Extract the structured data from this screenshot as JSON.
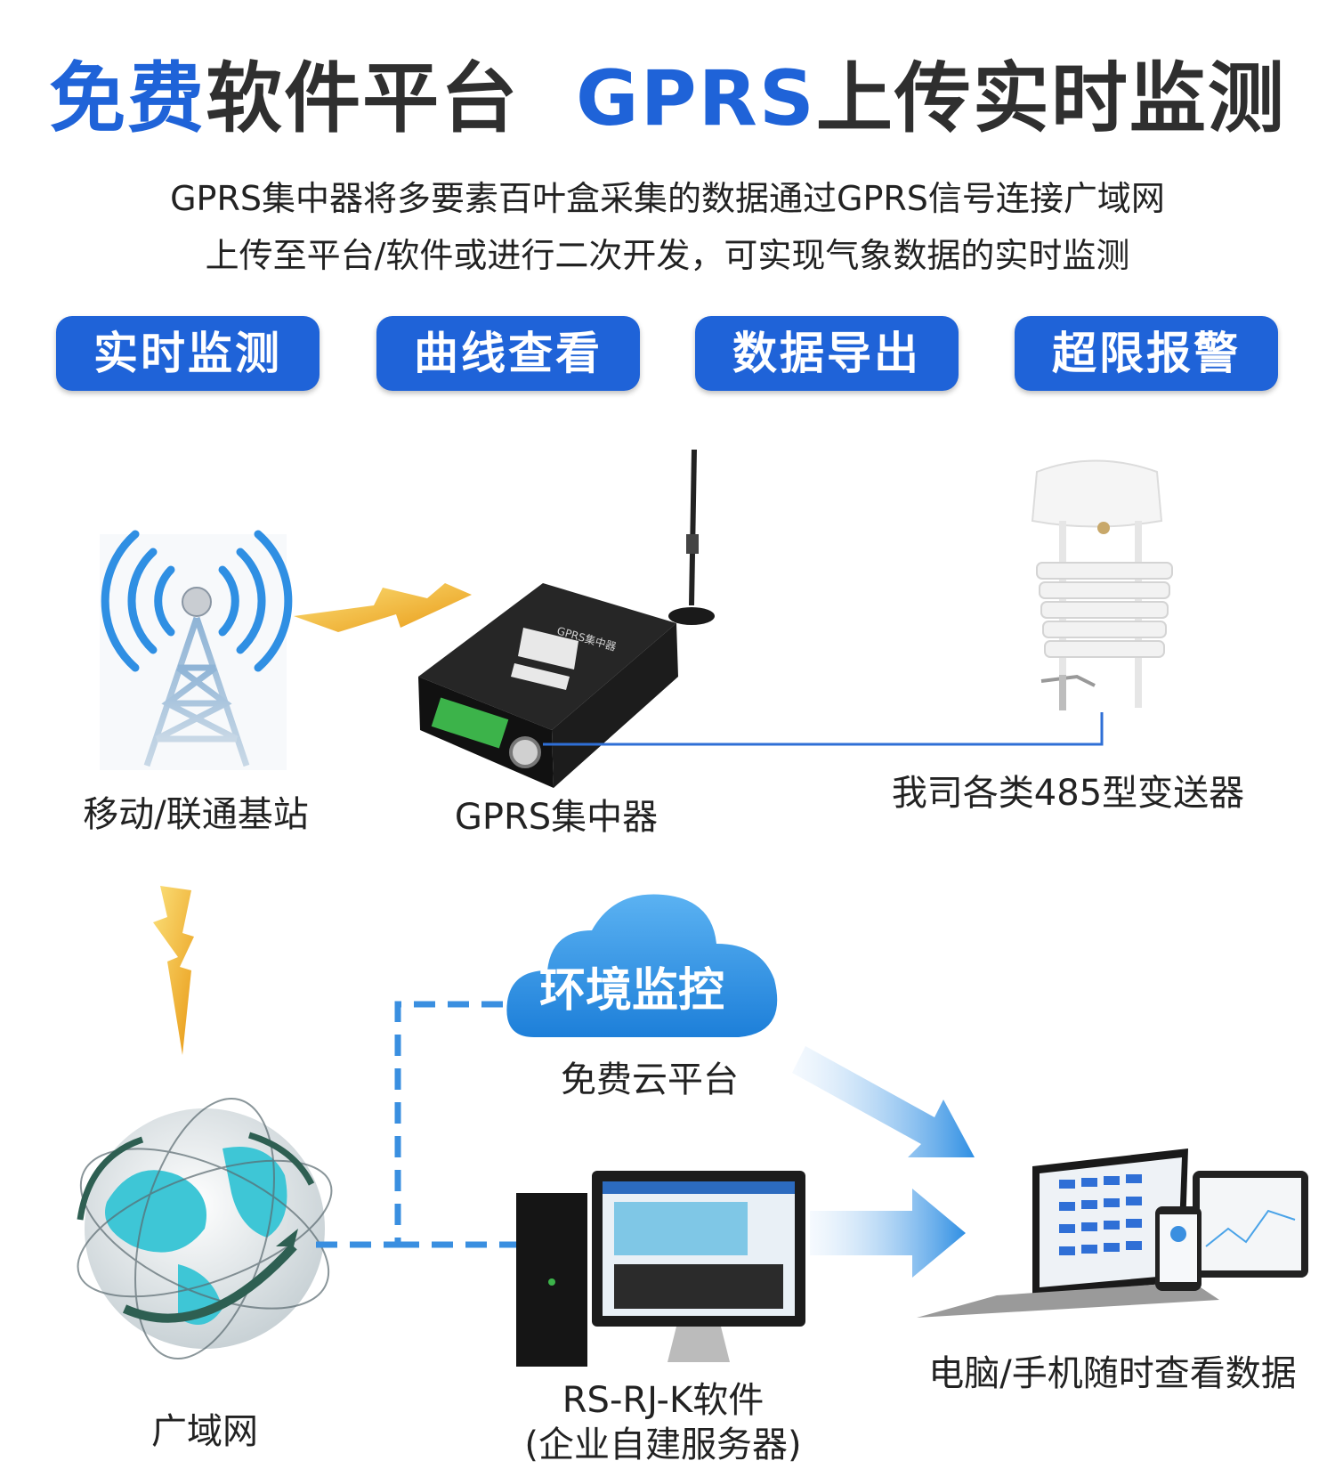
{
  "title": {
    "part1": "免费",
    "part2": "软件平台",
    "part3": "GPRS",
    "part4": "上传实时监测"
  },
  "description": {
    "line1": "GPRS集中器将多要素百叶盒采集的数据通过GPRS信号连接广域网",
    "line2": "上传至平台/软件或进行二次开发，可实现气象数据的实时监测"
  },
  "features": [
    "实时监测",
    "曲线查看",
    "数据导出",
    "超限报警"
  ],
  "nodes": {
    "base_station": "移动/联通基站",
    "concentrator": "GPRS集中器",
    "transmitter": "我司各类485型变送器",
    "wan": "广域网",
    "cloud_title": "环境监控",
    "cloud_subtitle": "免费云平台",
    "software_line1": "RS-RJ-K软件",
    "software_line2": "(企业自建服务器)",
    "devices": "电脑/手机随时查看数据"
  },
  "device_label": "GPRS集中器",
  "colors": {
    "accent": "#1f63d8",
    "text": "#2f2f2f",
    "line": "#2f6fd6",
    "dash": "#3a8fe0",
    "bolt": "#f2b531",
    "cloud": "#2f8fe3"
  },
  "icons": [
    "signal-tower-icon",
    "lightning-icon",
    "gprs-concentrator-icon",
    "weather-shelter-icon",
    "globe-icon",
    "cloud-icon",
    "desktop-computer-icon",
    "laptop-tablet-phone-icon",
    "arrow-icon"
  ]
}
